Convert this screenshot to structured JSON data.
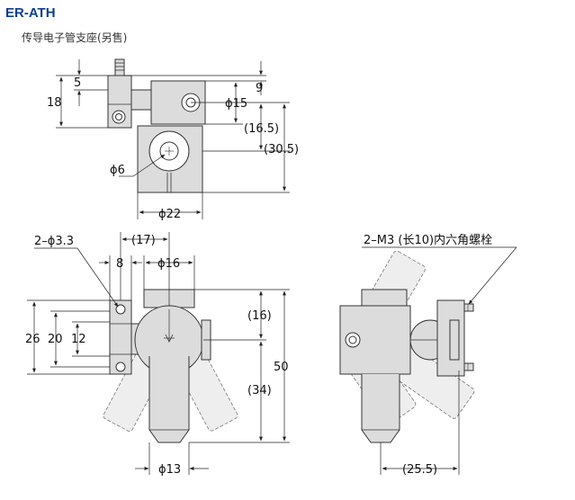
{
  "header": {
    "title": "ER-ATH",
    "subtitle": "传导电子管支座(另售)"
  },
  "colors": {
    "body_fill": "#dcdcdc",
    "ghost_fill": "#eeeeee",
    "outline": "#333333",
    "title": "#0b3f8f"
  },
  "top_view": {
    "dims": {
      "d18": "18",
      "d5": "5",
      "d9": "9",
      "phi15": "ϕ15",
      "d16_5": "(16.5)",
      "d30_5": "(30.5)",
      "phi6": "ϕ6",
      "phi22": "ϕ22"
    }
  },
  "front_view": {
    "dims": {
      "hole": "2–ϕ3.3",
      "d17": "(17)",
      "d8": "8",
      "phi16": "ϕ16",
      "d26": "26",
      "d20": "20",
      "d12": "12",
      "d16": "(16)",
      "d50": "50",
      "d34": "(34)",
      "phi13": "ϕ13"
    }
  },
  "side_view": {
    "dims": {
      "bolt": "2–M3 (长10)内六角螺栓",
      "d25_5": "(25.5)"
    }
  }
}
